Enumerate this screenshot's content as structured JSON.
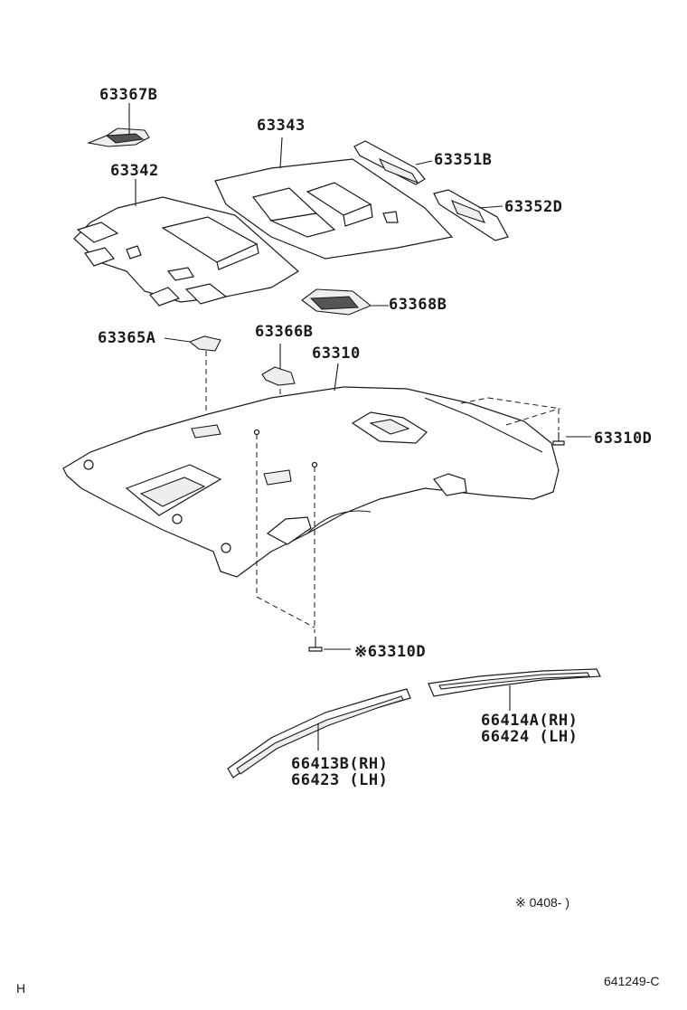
{
  "labels": {
    "p63367B": "63367B",
    "p63343": "63343",
    "p63351B": "63351B",
    "p63342": "63342",
    "p63352D": "63352D",
    "p63368B": "63368B",
    "p63365A": "63365A",
    "p63366B": "63366B",
    "p63310": "63310",
    "p63310D_right": "63310D",
    "p63310D_bottom": "※63310D",
    "p66414A": "66414A(RH)",
    "p66424": "66424  (LH)",
    "p66413B": "66413B(RH)",
    "p66423": "66423  (LH)"
  },
  "note": "※ 0408-      )",
  "footer": {
    "left_code": "H",
    "diagram_id": "641249-C"
  }
}
